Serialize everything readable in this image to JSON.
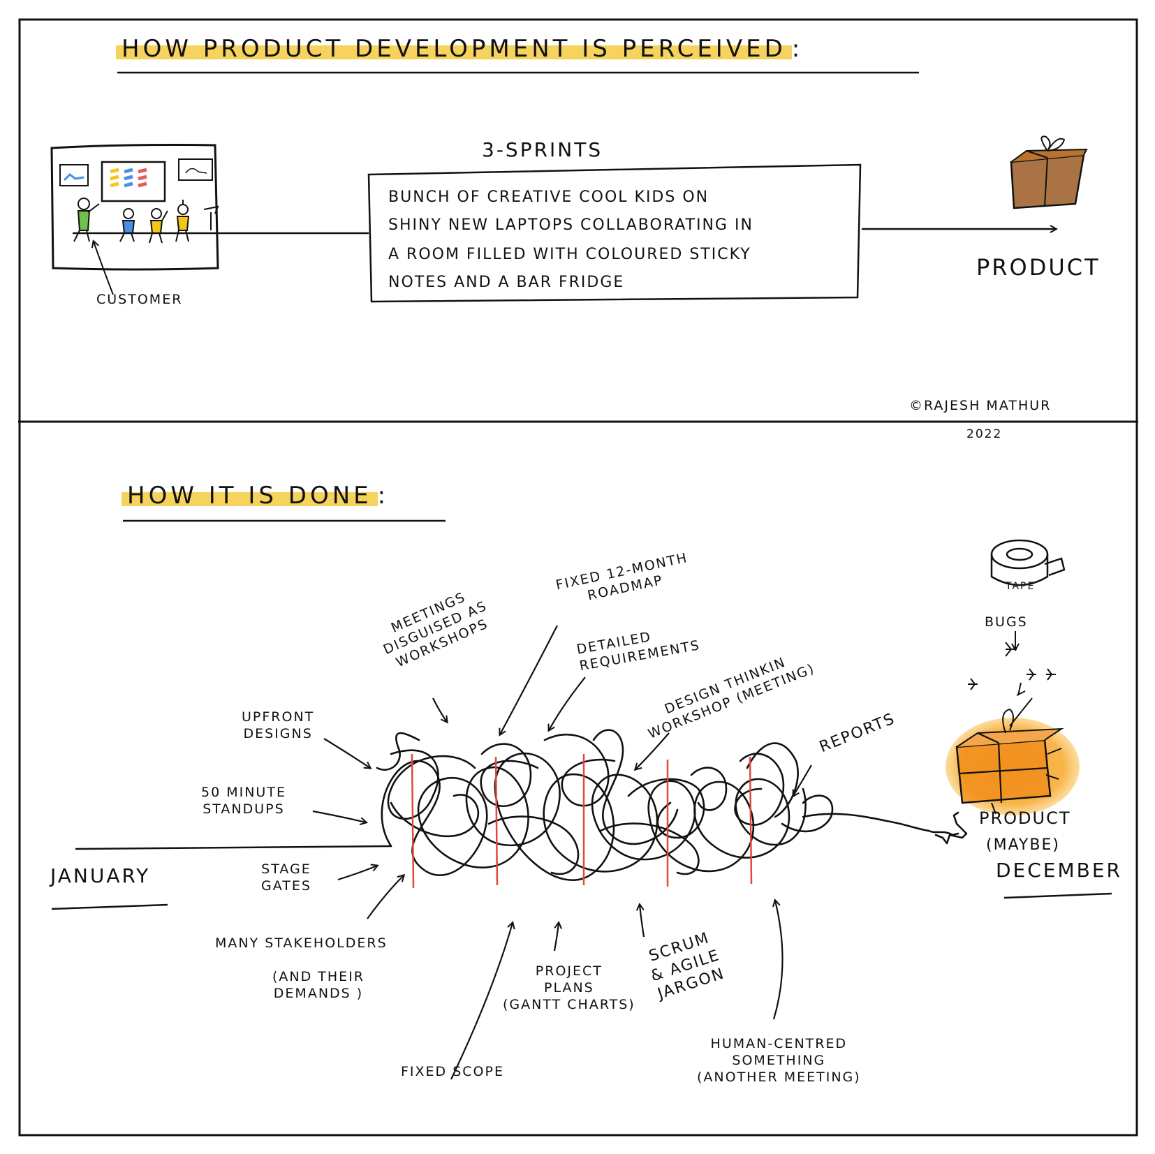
{
  "top": {
    "heading": "HOW PRODUCT DEVELOPMENT IS PERCEIVED",
    "heading_colon": ":",
    "customer_label": "CUSTOMER",
    "sprints_label": "3-SPRINTS",
    "box_lines": [
      "BUNCH OF CREATIVE COOL KIDS ON",
      "SHINY NEW LAPTOPS COLLABORATING IN",
      "A ROOM FILLED WITH COLOURED STICKY",
      "NOTES AND A BAR FRIDGE"
    ],
    "product_label": "PRODUCT"
  },
  "credit": {
    "copyright": "©RAJESH MATHUR",
    "year": "2022"
  },
  "bottom": {
    "heading": "HOW IT IS DONE",
    "heading_colon": ":",
    "start_label": "JANUARY",
    "end_label": "DECEMBER",
    "product_label": "PRODUCT",
    "product_note": "(MAYBE)",
    "tape_label": "TAPE",
    "bugs_label": "BUGS",
    "annotations": {
      "upfront_designs": "UPFRONT\nDESIGNS",
      "standups": "50 MINUTE\nSTANDUPS",
      "stage_gates": "STAGE\nGATES",
      "stakeholders": "MANY STAKEHOLDERS",
      "stakeholders_note": "(AND THEIR\nDEMANDS )",
      "meetings": "MEETINGS\nDISGUISED AS\nWORKSHOPS",
      "roadmap": "FIXED 12-MONTH\nROADMAP",
      "requirements": "DETAILED\nREQUIREMENTS",
      "design_thinking": "DESIGN THINKIN\nWORKSHOP (MEETING)",
      "reports": "REPORTS",
      "project_plans": "PROJECT\nPLANS\n(GANTT CHARTS)",
      "fixed_scope": "FIXED SCOPE",
      "scrum": "SCRUM\n& AGILE\nJARGON",
      "human_centred": "HUMAN-CENTRED\nSOMETHING\n(ANOTHER MEETING)"
    }
  },
  "colors": {
    "highlight": "#f6d35c",
    "gate_red": "#e0483f",
    "gift_brown": "#9a5a24",
    "gift_orange": "#f39a1f",
    "sticky_yellow": "#f5c518",
    "sticky_blue": "#4a8fe2",
    "sticky_red": "#e55a5a",
    "person_green": "#6ec24b"
  },
  "icons": [
    "whiteboard-scene",
    "gift-box-icon",
    "tape-roll-icon",
    "bug-icon",
    "arrow-icon"
  ]
}
